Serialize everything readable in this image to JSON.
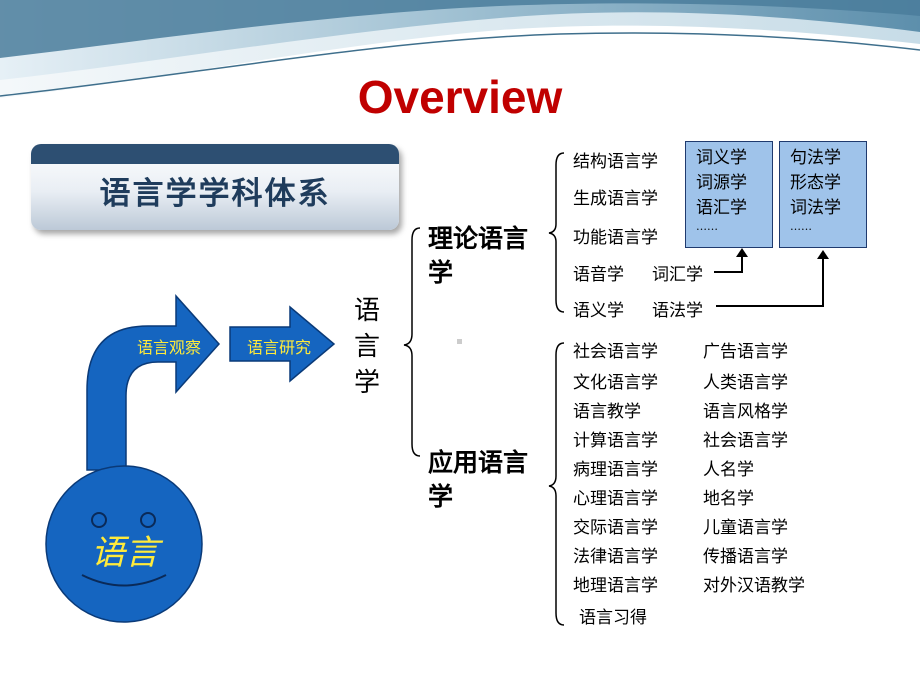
{
  "title": "Overview",
  "subject_banner": "语言学学科体系",
  "face_label": "语言",
  "arrow_labels": {
    "observe": "语言观察",
    "research": "语言研究"
  },
  "vertical_label": [
    "语",
    "言",
    "学"
  ],
  "branches": {
    "theoretical": "理论语言学",
    "applied": "应用语言学"
  },
  "theoretical_items": {
    "structural": "结构语言学",
    "generative": "生成语言学",
    "functional": "功能语言学",
    "phonetics": "语音学",
    "lexicology": "词汇学",
    "semantics": "语义学",
    "grammar": "语法学"
  },
  "lexicology_box": [
    "词义学",
    "词源学",
    "语汇学",
    "……"
  ],
  "grammar_box": [
    "句法学",
    "形态学",
    "词法学",
    "……"
  ],
  "applied_items": {
    "left": [
      "社会语言学",
      "文化语言学",
      "语言教学",
      "计算语言学",
      "病理语言学",
      "心理语言学",
      "交际语言学",
      "法律语言学",
      "地理语言学",
      "语言习得"
    ],
    "right": [
      "广告语言学",
      "人类语言学",
      "语言风格学",
      "社会语言学",
      "人名学",
      "地名学",
      "儿童语言学",
      "传播语言学",
      "对外汉语教学"
    ]
  },
  "colors": {
    "title": "#c00000",
    "shape_blue": "#1565c0",
    "shape_label": "#ffeb3b",
    "box_fill": "#9fc3ea",
    "box_border": "#1f3a6e"
  }
}
